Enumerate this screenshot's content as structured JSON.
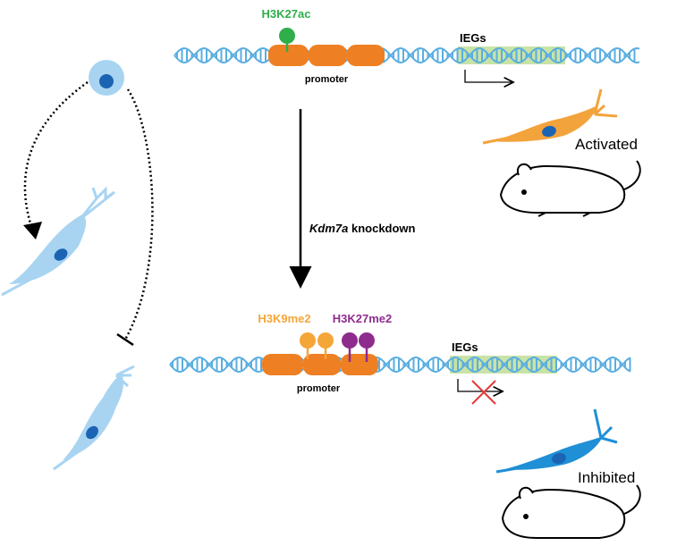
{
  "top_panel": {
    "mark_label": "H3K27ac",
    "promoter_label": "promoter",
    "gene_label": "IEGs",
    "state_label": "Activated"
  },
  "transition": {
    "gene_italic": "Kdm7a",
    "action": " knockdown"
  },
  "bottom_panel": {
    "mark_label_1": "H3K9me2",
    "mark_label_2": "H3K27me2",
    "promoter_label": "promoter",
    "gene_label": "IEGs",
    "state_label": "Inhibited"
  },
  "colors": {
    "dna": "#5aaee0",
    "nucleosome": "#ee7f22",
    "acetyl": "#2fae4a",
    "me_k9": "#f5a638",
    "me_k27": "#8e2c8e",
    "gene_highlight": "#c9e3a6",
    "red_x": "#e23a3a",
    "cell_light": "#a8d4f2",
    "cell_dark": "#1f8fd6",
    "nucleus": "#1b64b3",
    "cell_orange": "#f3a33b"
  }
}
